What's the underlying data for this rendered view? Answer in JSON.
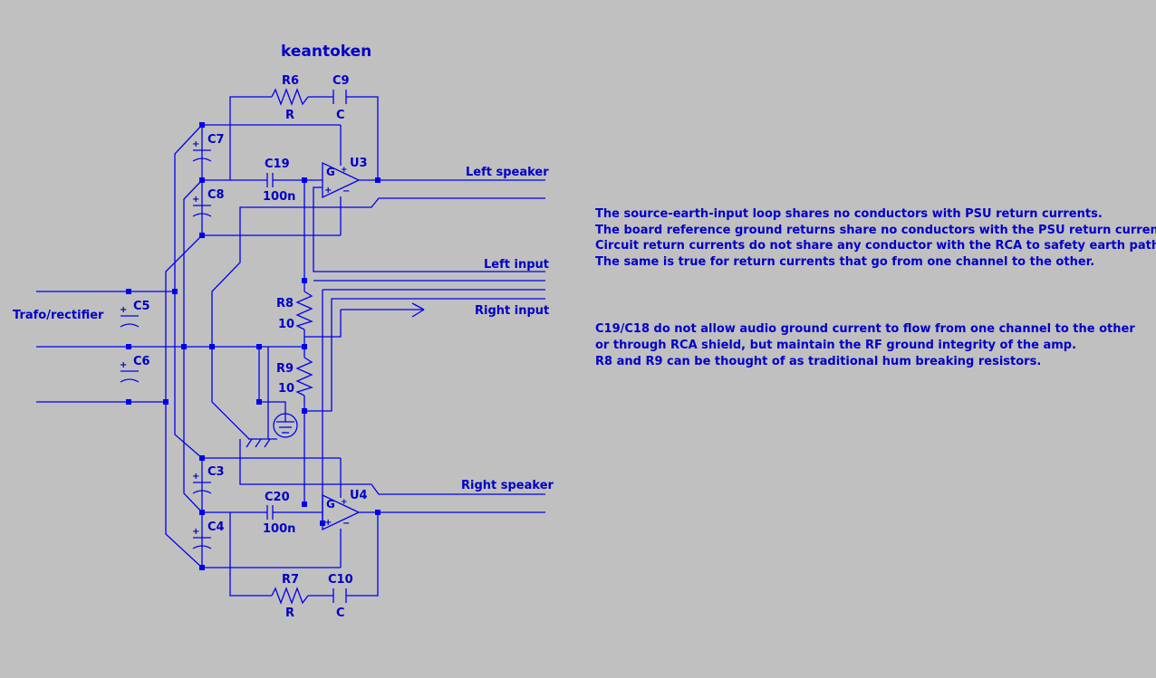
{
  "title": "keantoken",
  "labels": {
    "trafo": "Trafo/rectifier",
    "left_speaker": "Left speaker",
    "left_input": "Left input",
    "right_input": "Right input",
    "right_speaker": "Right speaker"
  },
  "components": {
    "r6": {
      "ref": "R6",
      "value": "R"
    },
    "c9": {
      "ref": "C9",
      "value": "C"
    },
    "c7": {
      "ref": "C7"
    },
    "c8": {
      "ref": "C8"
    },
    "c19": {
      "ref": "C19",
      "value": "100n"
    },
    "u3": {
      "ref": "U3",
      "pin": "G"
    },
    "c5": {
      "ref": "C5"
    },
    "c6": {
      "ref": "C6"
    },
    "r8": {
      "ref": "R8",
      "value": "10"
    },
    "r9": {
      "ref": "R9",
      "value": "10"
    },
    "c3": {
      "ref": "C3"
    },
    "c4": {
      "ref": "C4"
    },
    "c20": {
      "ref": "C20",
      "value": "100n"
    },
    "u4": {
      "ref": "U4",
      "pin": "G"
    },
    "r7": {
      "ref": "R7",
      "value": "R"
    },
    "c10": {
      "ref": "C10",
      "value": "C"
    }
  },
  "notes": [
    "The source-earth-input loop shares no conductors with PSU return currents.",
    "The board reference ground returns share no conductors with the PSU return currents.",
    "Circuit return currents do not share any conductor with the RCA to safety earth path.",
    "The same is true for return currents that go from one channel to the other.",
    "",
    "",
    "C19/C18 do not allow audio ground current to flow from one channel to the other",
    "or through RCA shield, but maintain the RF ground integrity of the amp.",
    "R8 and R9 can be thought of as traditional hum breaking resistors."
  ]
}
